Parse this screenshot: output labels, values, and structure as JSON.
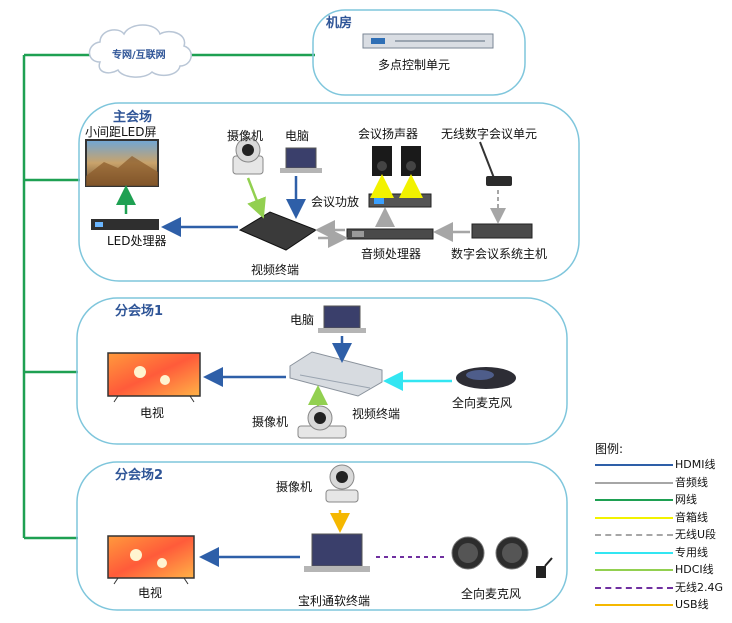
{
  "cloud": {
    "label": "专网/互联网"
  },
  "zones": {
    "machine_room": {
      "title": "机房",
      "mcu": "多点控制单元"
    },
    "main": {
      "title": "主会场",
      "led_screen": "小间距LED屏",
      "camera": "摄像机",
      "computer": "电脑",
      "speakers": "会议扬声器",
      "mic_unit": "无线数字会议单元",
      "amplifier": "会议功放",
      "led_processor": "LED处理器",
      "video_terminal": "视频终端",
      "audio_processor": "音频处理器",
      "conf_host": "数字会议系统主机"
    },
    "branch1": {
      "title": "分会场1",
      "computer": "电脑",
      "tv": "电视",
      "camera": "摄像机",
      "video_terminal": "视频终端",
      "mic": "全向麦克风"
    },
    "branch2": {
      "title": "分会场2",
      "camera": "摄像机",
      "tv": "电视",
      "soft_terminal": "宝利通软终端",
      "mic": "全向麦克风"
    }
  },
  "legend": {
    "title": "图例:",
    "items": [
      {
        "label": "HDMI线",
        "color": "#2e5fa8",
        "dash": "solid"
      },
      {
        "label": "音频线",
        "color": "#a6a6a6",
        "dash": "solid"
      },
      {
        "label": "网线",
        "color": "#1ea052",
        "dash": "solid"
      },
      {
        "label": "音箱线",
        "color": "#f2f200",
        "dash": "solid"
      },
      {
        "label": "无线U段",
        "color": "#a6a6a6",
        "dash": "dashed"
      },
      {
        "label": "专用线",
        "color": "#33e6f2",
        "dash": "solid"
      },
      {
        "label": "HDCI线",
        "color": "#92d050",
        "dash": "solid"
      },
      {
        "label": "无线2.4G",
        "color": "#7030a0",
        "dash": "dashed"
      },
      {
        "label": "USB线",
        "color": "#f5b800",
        "dash": "solid"
      }
    ]
  }
}
